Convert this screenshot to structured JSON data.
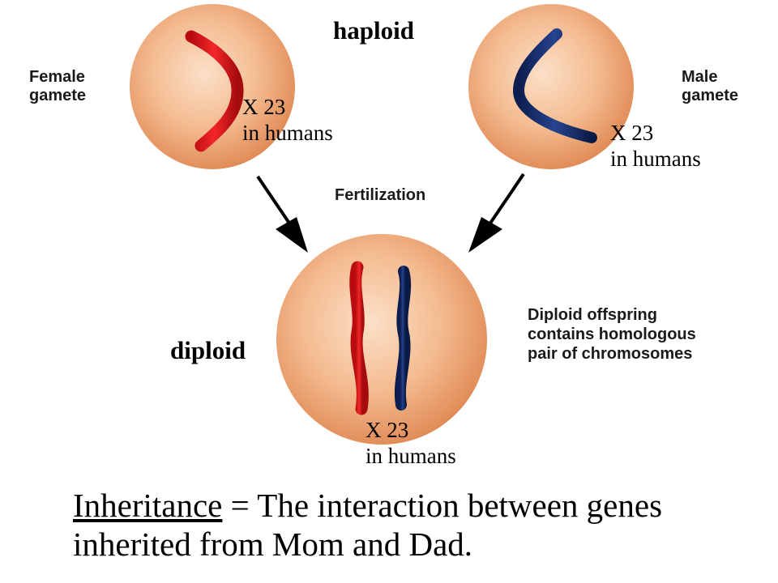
{
  "labels": {
    "haploid": "haploid",
    "diploid": "diploid",
    "female_gamete": [
      "Female",
      "gamete"
    ],
    "male_gamete": [
      "Male",
      "gamete"
    ],
    "fertilization": "Fertilization",
    "offspring": [
      "Diploid offspring",
      "contains homologous",
      "pair of chromosomes"
    ]
  },
  "counts": {
    "female": [
      "X 23",
      "in humans"
    ],
    "male": [
      "X 23",
      "in humans"
    ],
    "offspring": [
      "X 23",
      "in humans"
    ]
  },
  "caption": {
    "term": "Inheritance",
    "rest_line1": " = The interaction between genes",
    "line2": "inherited from Mom and Dad."
  },
  "colors": {
    "cell_center": "#f6c9a8",
    "cell_edge": "#e08a55",
    "maternal_chromosome": "#e0161b",
    "paternal_chromosome": "#152b6e",
    "arrow": "#000000"
  }
}
